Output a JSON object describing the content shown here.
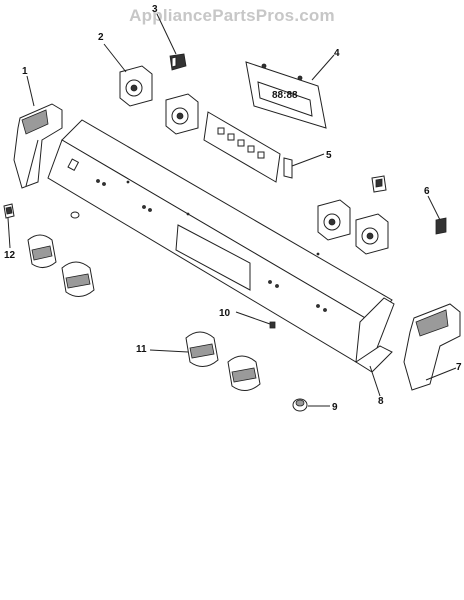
{
  "watermark": "AppliancePartsPros.com",
  "display_text": "88:88",
  "callouts": [
    "1",
    "2",
    "3",
    "4",
    "5",
    "6",
    "7",
    "8",
    "9",
    "10",
    "11",
    "12"
  ],
  "colors": {
    "line": "#222222",
    "watermark": "#c7c7c7",
    "background": "#ffffff"
  }
}
